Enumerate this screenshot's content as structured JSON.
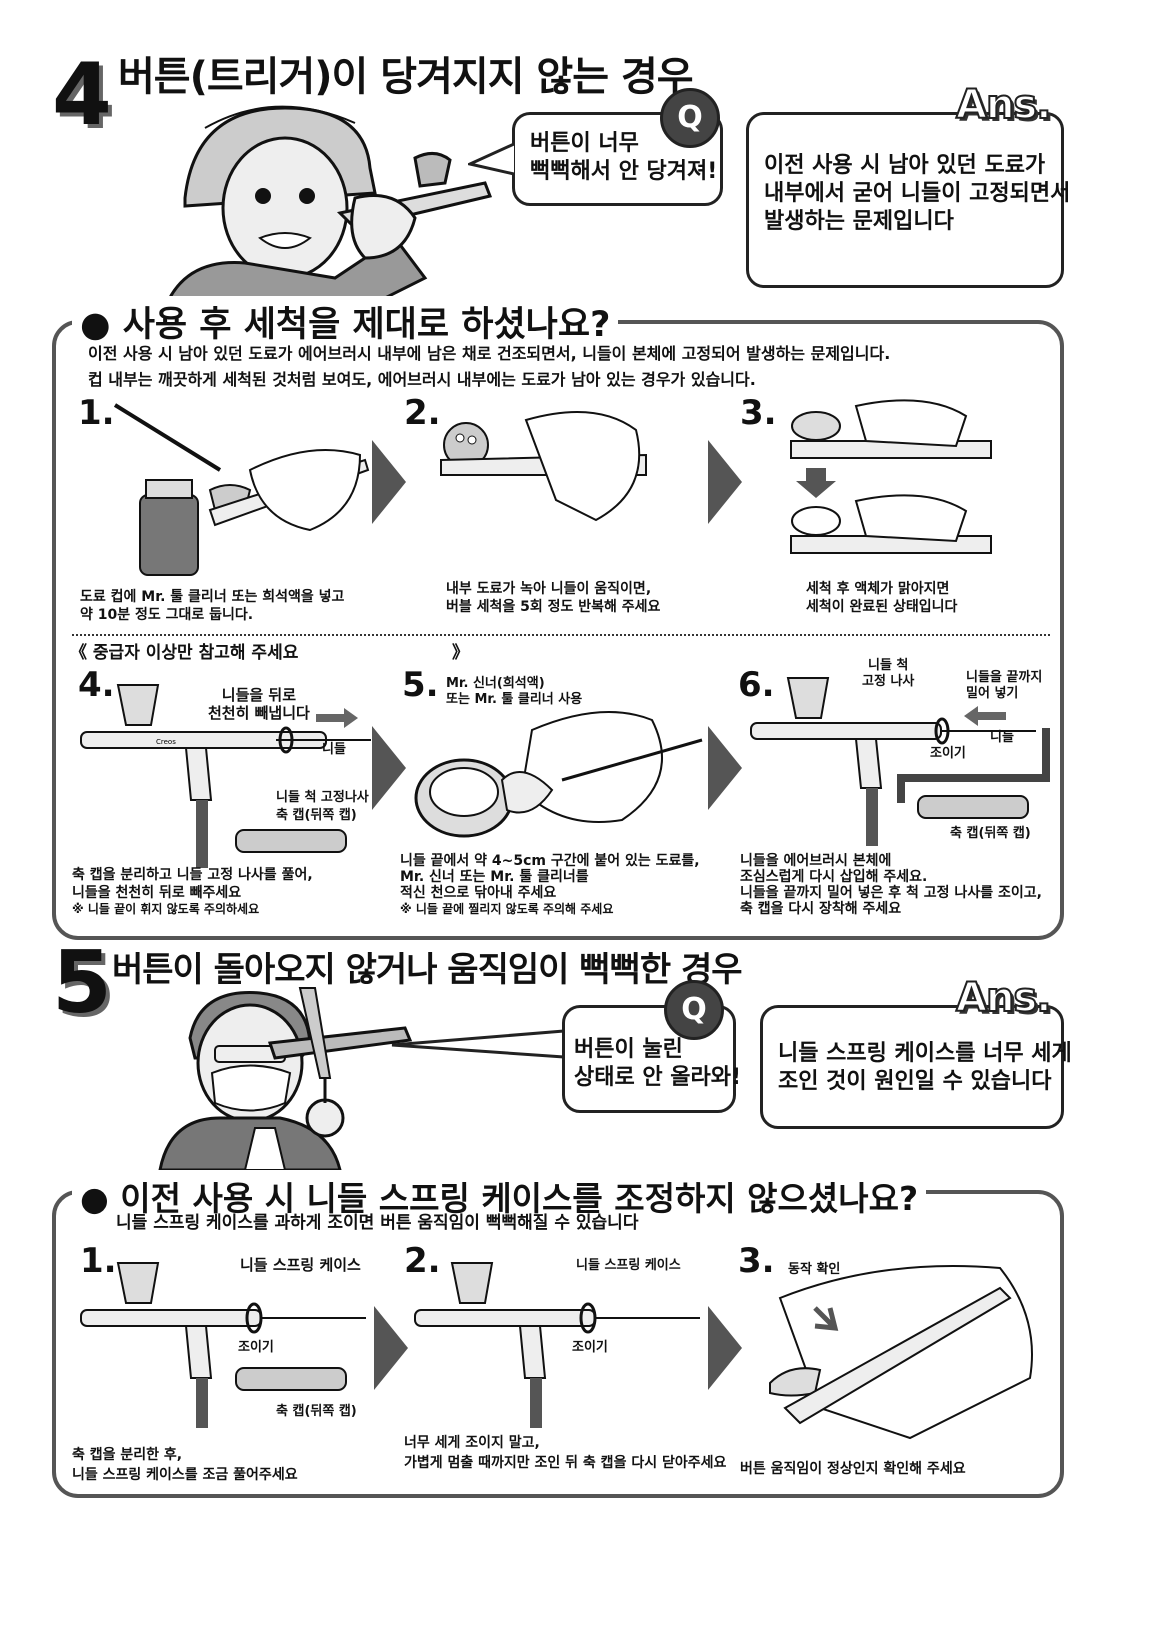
{
  "sec4": {
    "number": "4",
    "title": "버튼(트리거)이 당겨지지 않는 경우",
    "q_badge": "Q",
    "question_lines": [
      "버튼이 너무",
      "뻑뻑해서 안 당겨져!"
    ],
    "ans_badge": "Ans.",
    "answer_lines": [
      "이전 사용 시 남아 있던 도료가",
      "내부에서 굳어 니들이 고정되면서",
      "발생하는 문제입니다"
    ],
    "panel_title": "● 사용 후 세척을 제대로 하셨나요?",
    "desc_lines": [
      "이전 사용 시 남아 있던 도료가 에어브러시 내부에 남은 채로 건조되면서, 니들이 본체에 고정되어 발생하는 문제입니다.",
      "컵 내부는 깨끗하게 세척된 것처럼 보여도, 에어브러시 내부에는 도료가 남아 있는 경우가 있습니다."
    ],
    "steps": [
      {
        "num": "1.",
        "caption": [
          "도료 컵에 Mr. 툴 클리너 또는 희석액을 넣고",
          "약 10분 정도 그대로 둡니다."
        ]
      },
      {
        "num": "2.",
        "caption": [
          "내부 도료가 녹아 니들이 움직이면,",
          "버블 세척을 5회 정도 반복해 주세요"
        ]
      },
      {
        "num": "3.",
        "caption": [
          "세척 후 액체가 맑아지면",
          "세척이 완료된 상태입니다"
        ]
      }
    ],
    "advanced_note": "《 중급자 이상만 참고해 주세요",
    "advanced_close": "》",
    "adv_steps": [
      {
        "num": "4.",
        "labels": {
          "pull": "니들을 뒤로\n천천히 빼냅니다",
          "needle": "니들",
          "chuck_nut": "니들 척 고정나사",
          "cap": "축 캡(뒤쪽 캡)"
        },
        "caption": [
          "축 캡을 분리하고 니들 고정 나사를 풀어,",
          "니들을 천천히 뒤로 빼주세요",
          "※ 니들 끝이 휘지 않도록 주의하세요"
        ]
      },
      {
        "num": "5.",
        "labels": {
          "thinner": "Mr. 신너(희석액)\n또는 Mr. 툴 클리너 사용"
        },
        "caption": [
          "니들 끝에서 약 4~5cm 구간에 붙어 있는 도료를,",
          "Mr. 신너 또는 Mr. 툴 클리너를",
          "적신 천으로 닦아내 주세요",
          "※ 니들 끝에 찔리지 않도록 주의해 주세요"
        ]
      },
      {
        "num": "6.",
        "labels": {
          "chuck_nut": "니들 척\n고정 나사",
          "push": "니들을 끝까지\n밀어 넣기",
          "needle": "니들",
          "tighten": "조이기",
          "cap": "축 캡(뒤쪽 캡)"
        },
        "caption": [
          "니들을 에어브러시 본체에",
          "조심스럽게 다시 삽입해 주세요.",
          "니들을 끝까지 밀어 넣은 후 척 고정 나사를 조이고,",
          "축 캡을 다시 장착해 주세요"
        ]
      }
    ]
  },
  "sec5": {
    "number": "5",
    "title": "버튼이 돌아오지 않거나 움직임이 뻑뻑한 경우",
    "q_badge": "Q",
    "question_lines": [
      "버튼이 눌린",
      "상태로 안 올라와!"
    ],
    "ans_badge": "Ans.",
    "answer_lines": [
      "니들 스프링 케이스를 너무 세게",
      "조인 것이 원인일 수 있습니다"
    ],
    "panel_title": "● 이전 사용 시 니들 스프링 케이스를 조정하지 않으셨나요?",
    "desc": "니들 스프링 케이스를 과하게 조이면 버튼 움직임이 뻑뻑해질 수 있습니다",
    "steps": [
      {
        "num": "1.",
        "labels": {
          "case": "니들 스프링 케이스",
          "tighten": "조이기",
          "cap": "축 캡(뒤쪽 캡)"
        },
        "caption": [
          "축 캡을 분리한 후,",
          "니들 스프링 케이스를 조금 풀어주세요"
        ]
      },
      {
        "num": "2.",
        "labels": {
          "case": "니들 스프링 케이스",
          "tighten": "조이기"
        },
        "caption": [
          "너무 세게 조이지 말고,",
          "가볍게 멈출 때까지만 조인 뒤 축 캡을 다시 닫아주세요"
        ]
      },
      {
        "num": "3.",
        "labels": {
          "check": "동작 확인"
        },
        "caption": [
          "버튼 움직임이 정상인지 확인해 주세요"
        ]
      }
    ]
  },
  "brand_mark": "Creos",
  "colors": {
    "ink": "#111111",
    "gray": "#555555",
    "light": "#bbbbbb"
  }
}
